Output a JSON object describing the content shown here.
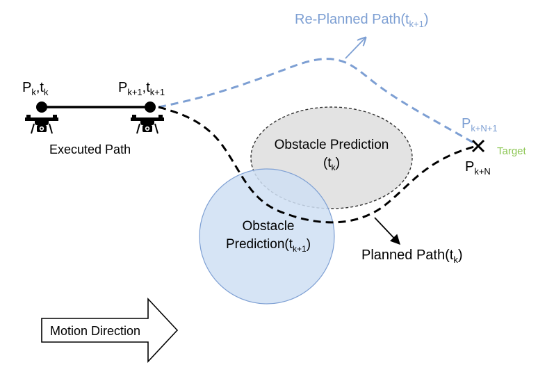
{
  "labels": {
    "pk_main": "P",
    "pk_sub": "k",
    "pk_sep": ",t",
    "tk_sub": "k",
    "pk1_main": "P",
    "pk1_sub": "k+1",
    "pk1_sep": ",t",
    "tk1_sub": "k+1",
    "executed_path": "Executed Path",
    "replanned_main": "Re-Planned Path(t",
    "replanned_sub": "k+1",
    "replanned_close": ")",
    "obstacle_tk_line1": "Obstacle Prediction",
    "obstacle_tk_line2_open": "(t",
    "obstacle_tk_line2_sub": "k",
    "obstacle_tk_line2_close": ")",
    "obstacle_tk1_line1": "Obstacle",
    "obstacle_tk1_line2_main": "Prediction(t",
    "obstacle_tk1_line2_sub": "k+1",
    "obstacle_tk1_line2_close": ")",
    "pkn1_main": "P",
    "pkn1_sub": "k+N+1",
    "pkn_main": "P",
    "pkn_sub": "k+N",
    "target": "Target",
    "planned_main": "Planned Path(t",
    "planned_sub": "k",
    "planned_close": ")",
    "motion_direction": "Motion Direction"
  },
  "colors": {
    "replanned": "#7d9fd3",
    "target": "#8cc653",
    "obstacle_gray_fill": "#e3e3e3",
    "obstacle_blue_fill": "#cfdff3",
    "obstacle_blue_stroke": "#7d9fd3",
    "line": "#000000"
  },
  "icons": [
    "drone-icon",
    "drone-icon",
    "target-cross-icon",
    "motion-arrow-icon"
  ]
}
